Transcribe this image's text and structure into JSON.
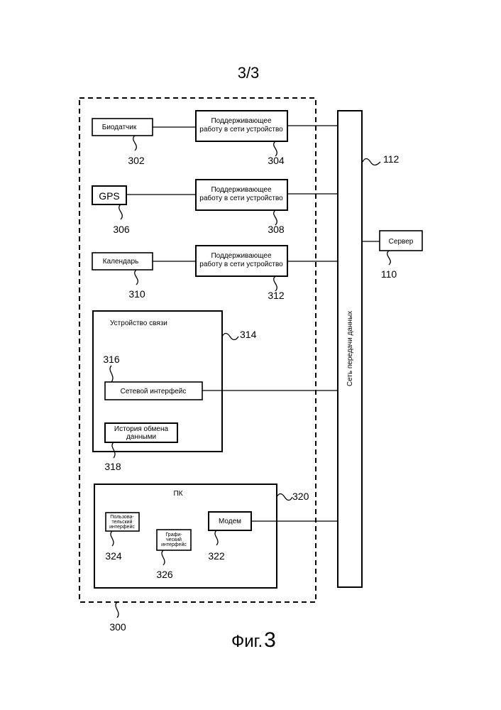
{
  "page_label": "3/3",
  "figure_caption": {
    "prefix": "Фиг.",
    "number": "3"
  },
  "network": {
    "label": "Сеть передачи данных",
    "ref": "112"
  },
  "server": {
    "label": "Сервер",
    "ref": "110"
  },
  "system": {
    "ref": "300"
  },
  "rows": [
    {
      "sensor": "Биодатчик",
      "sensor_ref": "302",
      "device_line1": "Поддерживающее",
      "device_line2": "работу в сети устройство",
      "device_ref": "304"
    },
    {
      "sensor": "GPS",
      "sensor_ref": "306",
      "device_line1": "Поддерживающее",
      "device_line2": "работу в сети устройство",
      "device_ref": "308"
    },
    {
      "sensor": "Календарь",
      "sensor_ref": "310",
      "device_line1": "Поддерживающее",
      "device_line2": "работу в сети устройство",
      "device_ref": "312"
    }
  ],
  "comm_device": {
    "title": "Устройство связи",
    "ref": "314",
    "net_interface": {
      "label": "Сетевой интерфейс",
      "ref": "316"
    },
    "history": {
      "line1": "История обмена",
      "line2": "данными",
      "ref": "318"
    }
  },
  "pc": {
    "title": "ПК",
    "ref": "320",
    "modem": {
      "label": "Модем",
      "ref": "322"
    },
    "user_if": {
      "line1": "Пользова-",
      "line2": "тельский",
      "line3": "интерфейс",
      "ref": "324"
    },
    "graphic_if": {
      "line1": "Графи-",
      "line2": "ческий",
      "line3": "интерфейс",
      "ref": "326"
    }
  }
}
